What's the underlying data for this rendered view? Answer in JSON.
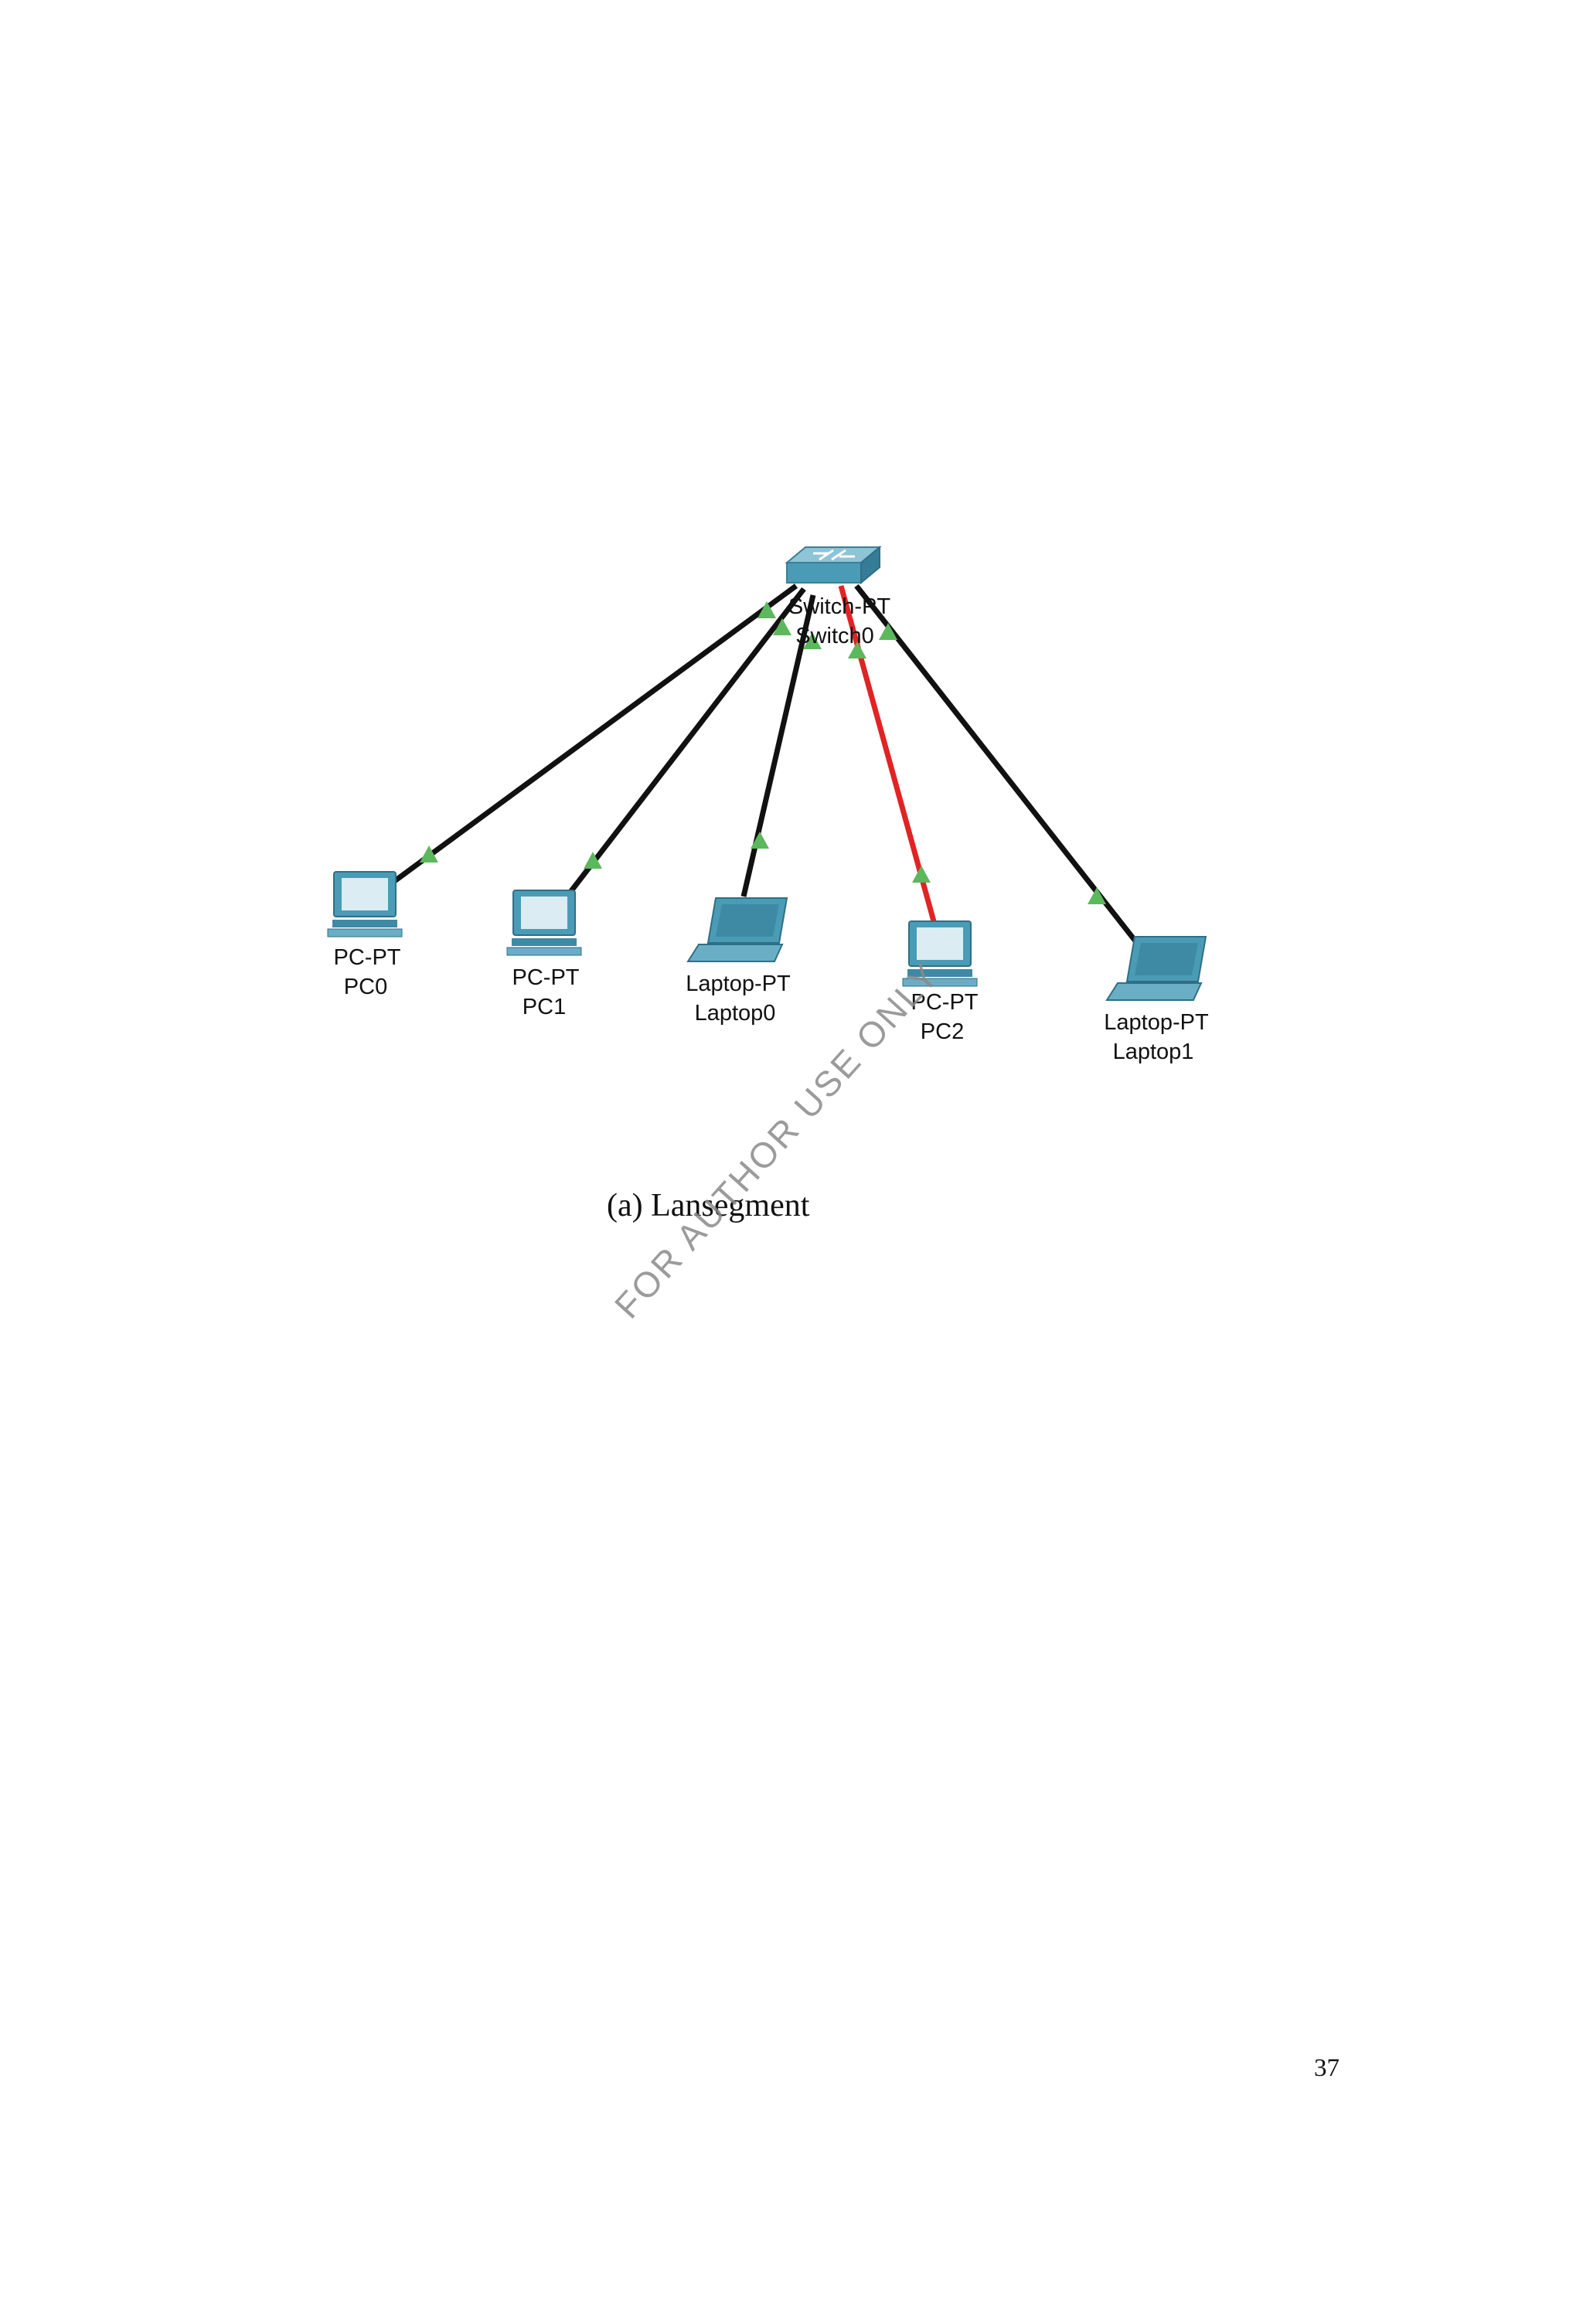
{
  "figure": {
    "caption_prefix": "(a)",
    "caption_text": "Lansegment"
  },
  "watermark": "FOR AUTHOR USE ONLY",
  "page_number": "37",
  "colors": {
    "link": "#111111",
    "link_highlight": "#e02424",
    "link_status": "#5cb85c",
    "device_body": "#4a9cb6",
    "device_screen": "#dcecf3"
  },
  "devices": {
    "switch0": {
      "type": "Switch-PT",
      "name": "Switch0",
      "icon": "switch-icon"
    },
    "pc0": {
      "type": "PC-PT",
      "name": "PC0",
      "icon": "desktop-pc-icon"
    },
    "pc1": {
      "type": "PC-PT",
      "name": "PC1",
      "icon": "desktop-pc-icon"
    },
    "laptop0": {
      "type": "Laptop-PT",
      "name": "Laptop0",
      "icon": "laptop-icon"
    },
    "pc2": {
      "type": "PC-PT",
      "name": "PC2",
      "icon": "desktop-pc-icon"
    },
    "laptop1": {
      "type": "Laptop-PT",
      "name": "Laptop1",
      "icon": "laptop-icon"
    }
  },
  "links": [
    {
      "from": "Switch0",
      "to": "PC0",
      "highlighted": false
    },
    {
      "from": "Switch0",
      "to": "PC1",
      "highlighted": false
    },
    {
      "from": "Switch0",
      "to": "Laptop0",
      "highlighted": false
    },
    {
      "from": "Switch0",
      "to": "PC2",
      "highlighted": true
    },
    {
      "from": "Switch0",
      "to": "Laptop1",
      "highlighted": false
    }
  ]
}
